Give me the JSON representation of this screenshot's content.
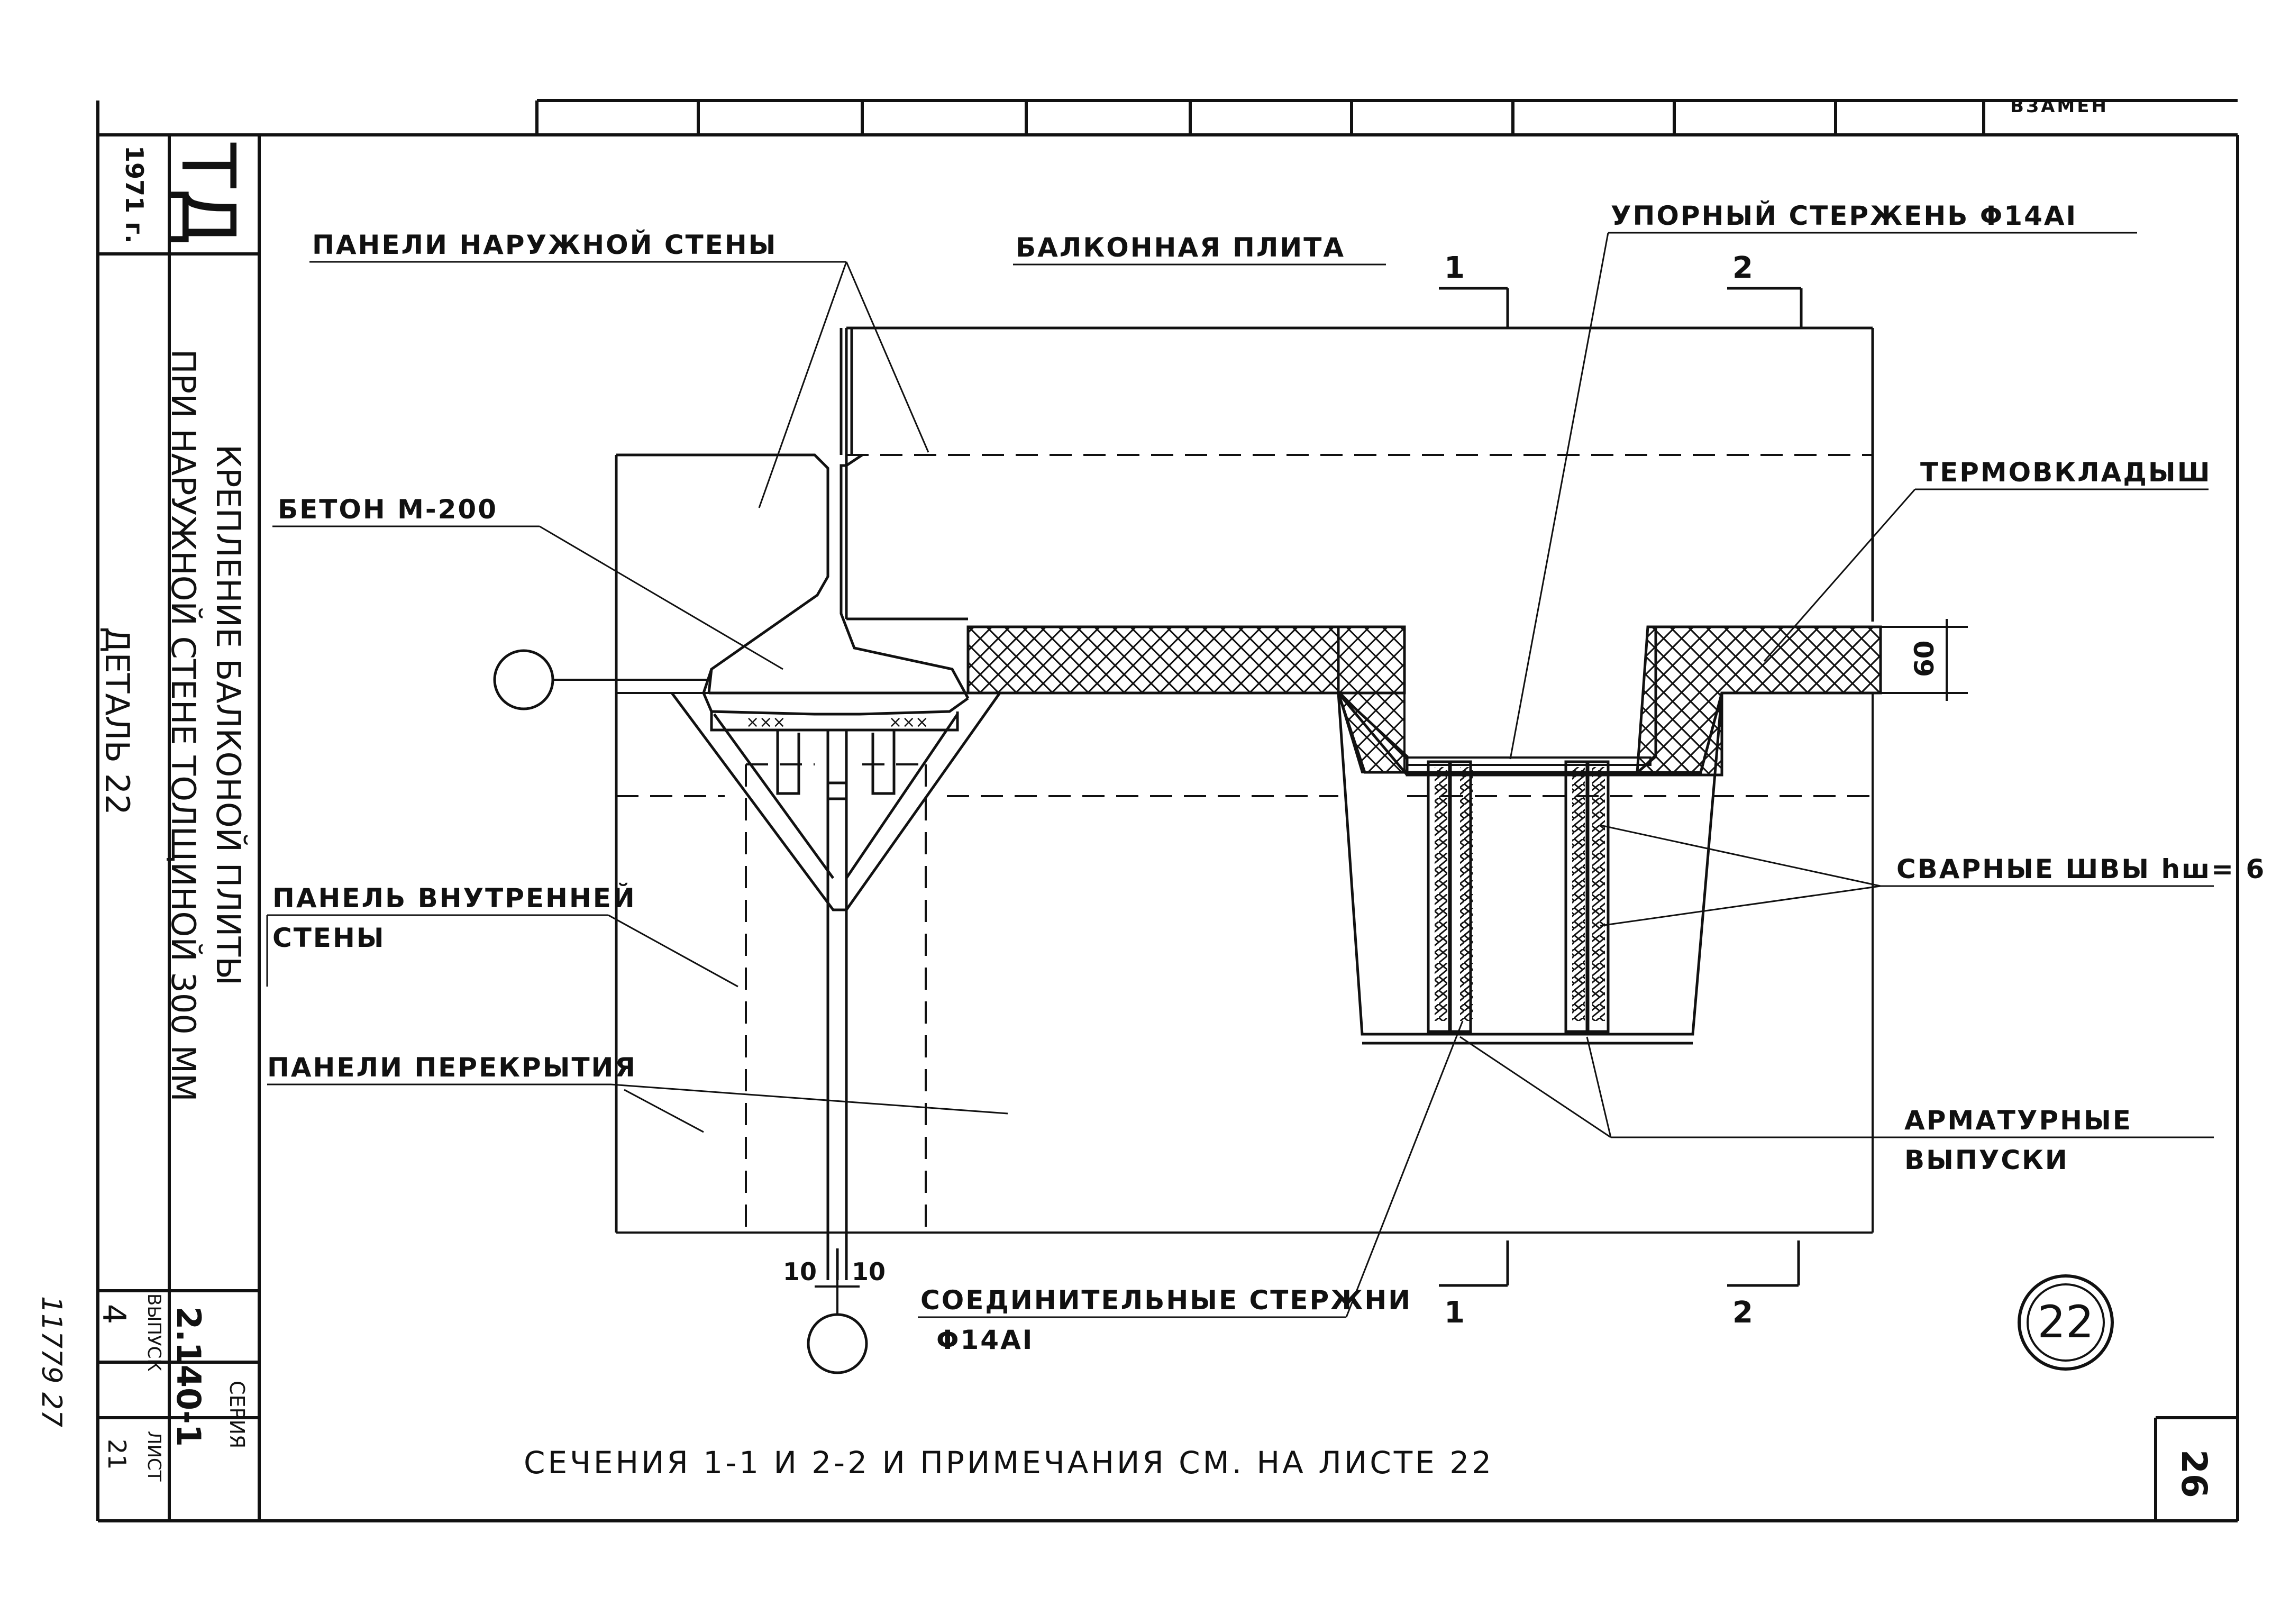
{
  "title_block": {
    "year": "1971 г.",
    "org": "ТД",
    "title_line1": "КРЕПЛЕНИЕ БАЛКОНОЙ ПЛИТЫ",
    "title_line2": "ПРИ НАРУЖНОЙ СТЕНЕ ТОЛЩИНОЙ 300 ММ",
    "detail": "ДЕТАЛЬ 22",
    "series_label": "СЕРИЯ",
    "series": "2.140-1",
    "issue_label": "ВЫПУСК",
    "issue": "4",
    "sheet_label": "ЛИСТ",
    "sheet": "21",
    "margin_note": "11779 27",
    "top_left_stamp": "",
    "top_right_stamp": "ВЗАМЕН"
  },
  "labels": {
    "outer_wall": "ПАНЕЛИ НАРУЖНОЙ СТЕНЫ",
    "balcony_slab": "БАЛКОННАЯ ПЛИТА",
    "stop_rod": "УПОРНЫЙ СТЕРЖЕНЬ Φ14АI",
    "thermal_insert": "ТЕРМОВКЛАДЫШ",
    "concrete": "БЕТОН М-200",
    "inner_wall_1": "ПАНЕЛЬ ВНУТРЕННЕЙ",
    "inner_wall_2": "СТЕНЫ",
    "floor_panels": "ПАНЕЛИ ПЕРЕКРЫТИЯ",
    "welds": "СВАРНЫЕ ШВЫ hш= 6",
    "rebar_1": "АРМАТУРНЫЕ",
    "rebar_2": "ВЫПУСКИ",
    "connect_rods_1": "СОЕДИНИТЕЛЬНЫЕ СТЕРЖНИ",
    "connect_rods_2": "Φ14АI",
    "footnote": "СЕЧЕНИЯ 1-1 И 2-2 И ПРИМЕЧАНИЯ СМ. НА ЛИСТЕ 22"
  },
  "marks": {
    "section_1": "1",
    "section_2": "2",
    "dim_60": "60",
    "dim_10_left": "10",
    "dim_10_right": "10",
    "detail_number": "22",
    "page_number": "26"
  }
}
